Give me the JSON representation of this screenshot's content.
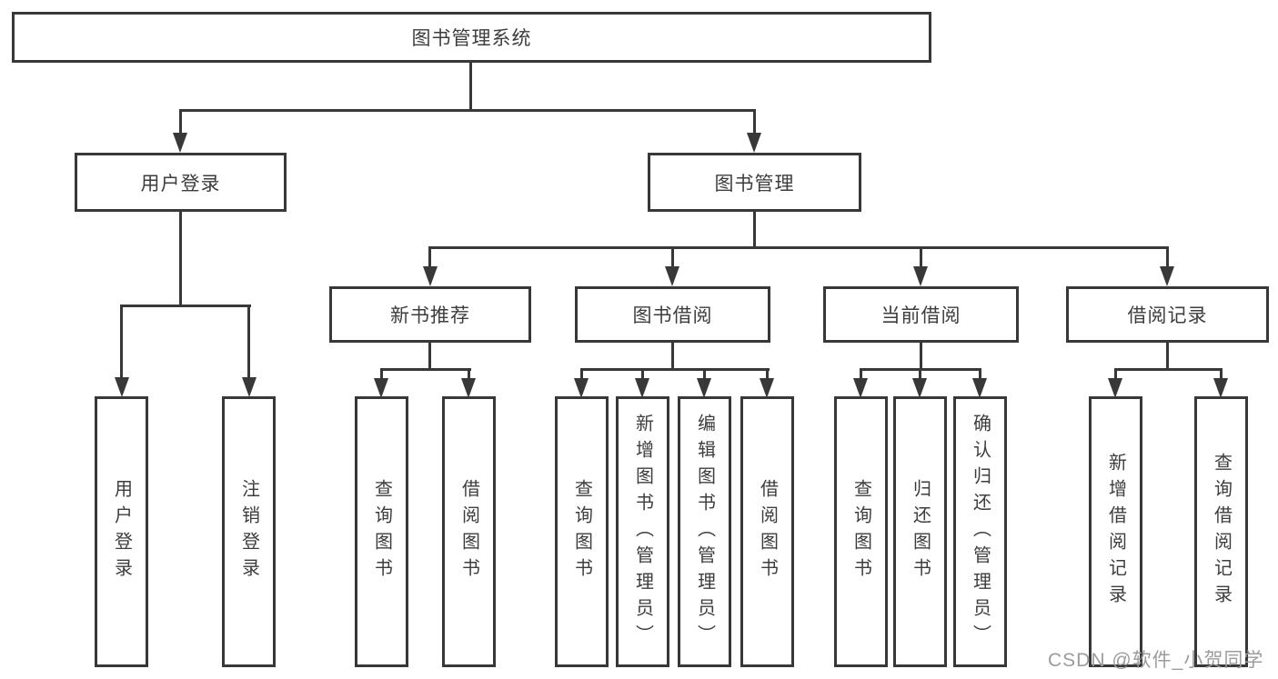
{
  "tree": {
    "label": "图书管理系统",
    "children": [
      {
        "label": "用户登录",
        "children": [
          {
            "label": "用户登录"
          },
          {
            "label": "注销登录"
          }
        ]
      },
      {
        "label": "图书管理",
        "children": [
          {
            "label": "新书推荐",
            "children": [
              {
                "label": "查询图书"
              },
              {
                "label": "借阅图书"
              }
            ]
          },
          {
            "label": "图书借阅",
            "children": [
              {
                "label": "查询图书"
              },
              {
                "label": "新增图书（管理员）"
              },
              {
                "label": "编辑图书（管理员）"
              },
              {
                "label": "借阅图书"
              }
            ]
          },
          {
            "label": "当前借阅",
            "children": [
              {
                "label": "查询图书"
              },
              {
                "label": "归还图书"
              },
              {
                "label": "确认归还（管理员）"
              }
            ]
          },
          {
            "label": "借阅记录",
            "children": [
              {
                "label": "新增借阅记录"
              },
              {
                "label": "查询借阅记录"
              }
            ]
          }
        ]
      }
    ]
  },
  "watermark": {
    "text": "CSDN @软件_小贺同学"
  },
  "colors": {
    "line": "#383838",
    "box_border": "#383838",
    "box_fill": "#ffffff",
    "text": "#3d3d3d",
    "background": "#ffffff",
    "watermark": "#9c9c9c"
  }
}
